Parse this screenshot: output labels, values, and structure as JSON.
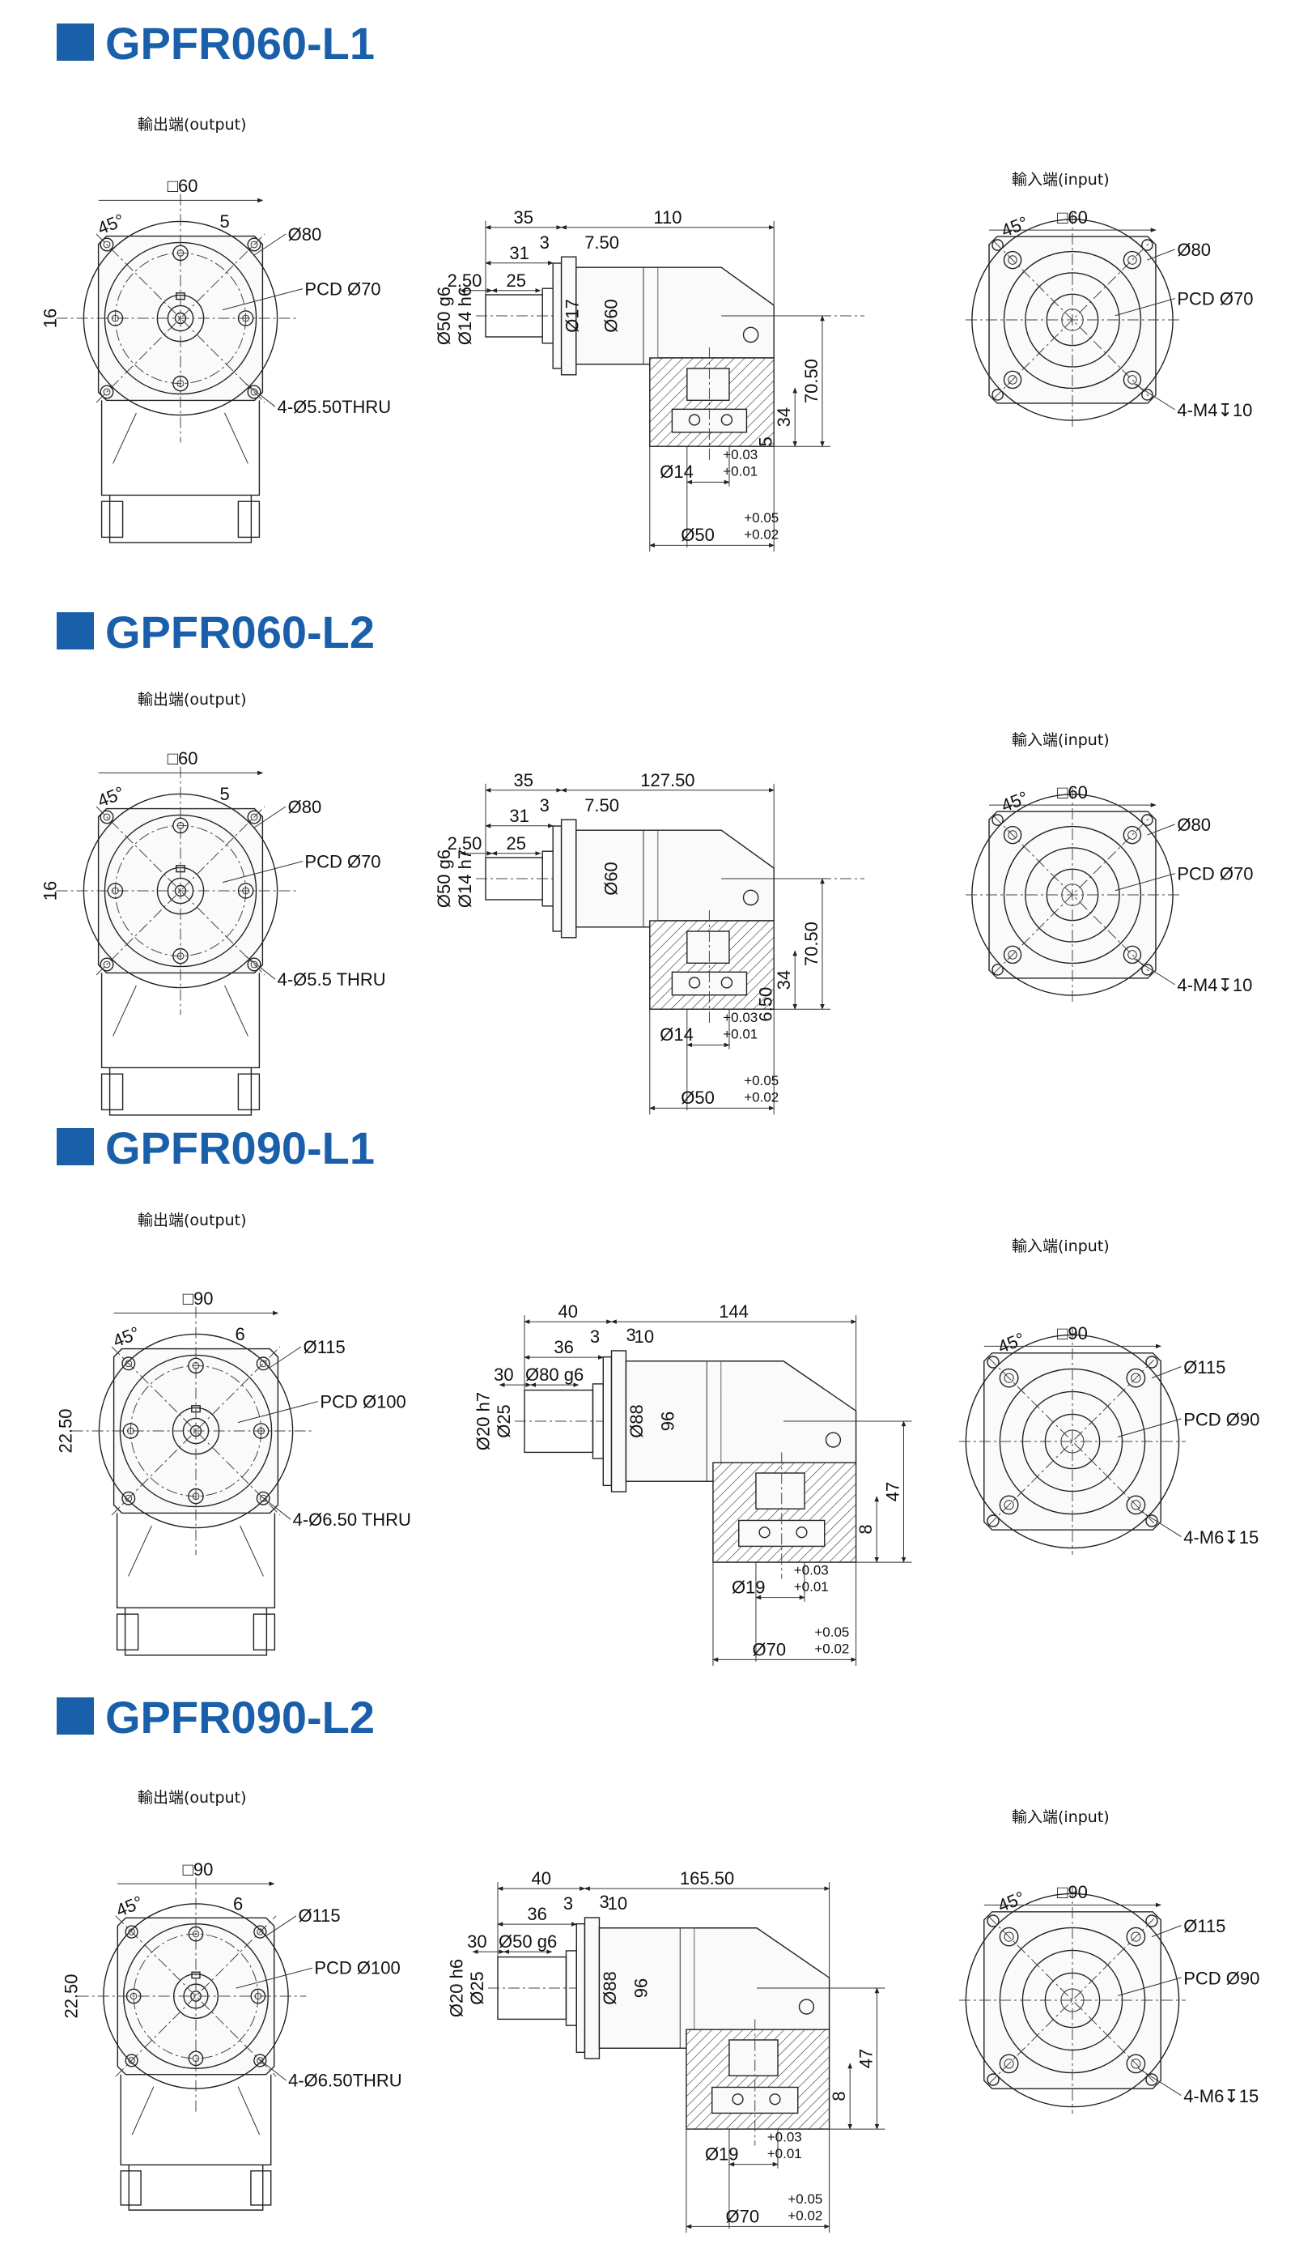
{
  "sections": [
    {
      "title": "GPFR060-L1",
      "output_label": "輸出端(output)",
      "input_label": "輸入端(input)",
      "front": [
        "□60",
        "45°",
        "5",
        "Ø80",
        "PCD Ø70",
        "16",
        "4-Ø5.50THRU"
      ],
      "side": [
        "35",
        "110",
        "3",
        "7.50",
        "31",
        "2.50",
        "25",
        "Ø50 g6",
        "Ø14 h6",
        "Ø17",
        "Ø60",
        "70.50",
        "34",
        "5"
      ],
      "tol": [
        {
          "base": "Ø14",
          "upper": "+0.03",
          "lower": "+0.01"
        },
        {
          "base": "Ø50",
          "upper": "+0.05",
          "lower": "+0.02"
        }
      ],
      "input": [
        "□60",
        "45°",
        "Ø80",
        "PCD Ø70",
        "4-M4↧10"
      ]
    },
    {
      "title": "GPFR060-L2",
      "output_label": "輸出端(output)",
      "input_label": "輸入端(input)",
      "front": [
        "□60",
        "45°",
        "5",
        "Ø80",
        "PCD Ø70",
        "16",
        "4-Ø5.5 THRU"
      ],
      "side": [
        "35",
        "127.50",
        "3",
        "7.50",
        "31",
        "2.50",
        "25",
        "Ø50 g6",
        "Ø14 h7",
        "Ø60",
        "70.50",
        "34",
        "6.50"
      ],
      "tol": [
        {
          "base": "Ø14",
          "upper": "+0.03",
          "lower": "+0.01"
        },
        {
          "base": "Ø50",
          "upper": "+0.05",
          "lower": "+0.02"
        }
      ],
      "input": [
        "□60",
        "45°",
        "Ø80",
        "PCD Ø70",
        "4-M4↧10"
      ]
    },
    {
      "title": "GPFR090-L1",
      "output_label": "輸出端(output)",
      "input_label": "輸入端(input)",
      "front": [
        "□90",
        "45°",
        "6",
        "Ø115",
        "PCD Ø100",
        "22.50",
        "4-Ø6.50 THRU"
      ],
      "side": [
        "40",
        "144",
        "3",
        "10",
        "36",
        "3",
        "30",
        "Ø80 g6",
        "Ø20 h7",
        "Ø25",
        "Ø88",
        "96",
        "47",
        "8"
      ],
      "tol": [
        {
          "base": "Ø19",
          "upper": "+0.03",
          "lower": "+0.01"
        },
        {
          "base": "Ø70",
          "upper": "+0.05",
          "lower": "+0.02"
        }
      ],
      "input": [
        "□90",
        "45°",
        "Ø115",
        "PCD Ø90",
        "4-M6↧15"
      ]
    },
    {
      "title": "GPFR090-L2",
      "output_label": "輸出端(output)",
      "input_label": "輸入端(input)",
      "front": [
        "□90",
        "45°",
        "6",
        "Ø115",
        "PCD Ø100",
        "22.50",
        "4-Ø6.50THRU"
      ],
      "side": [
        "40",
        "165.50",
        "3",
        "10",
        "36",
        "3",
        "30",
        "Ø50 g6",
        "Ø20 h6",
        "Ø25",
        "Ø88",
        "96",
        "47",
        "8"
      ],
      "tol": [
        {
          "base": "Ø19",
          "upper": "+0.03",
          "lower": "+0.01"
        },
        {
          "base": "Ø70",
          "upper": "+0.05",
          "lower": "+0.02"
        }
      ],
      "input": [
        "□90",
        "45°",
        "Ø115",
        "PCD Ø90",
        "4-M6↧15"
      ]
    }
  ],
  "colors": {
    "title": "#1a5faa",
    "title_square": "#1a5faa"
  }
}
